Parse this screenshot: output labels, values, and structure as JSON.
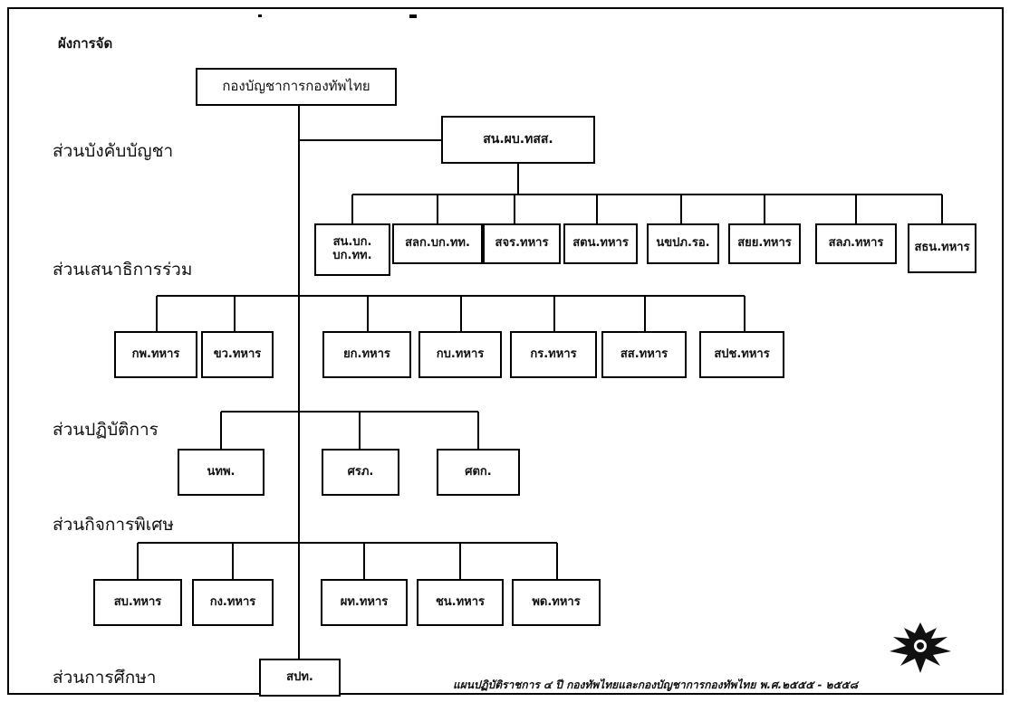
{
  "title": "ผังการจัด",
  "root": "กองบัญชาการกองทัพไทย",
  "sections": {
    "command": "ส่วนบังคับบัญชา",
    "staff": "ส่วนเสนาธิการร่วม",
    "operations": "ส่วนปฏิบัติการ",
    "special": "ส่วนกิจการพิเศษ",
    "education": "ส่วนการศึกษา"
  },
  "hq": "สน.ผบ.ทสส.",
  "command_units": [
    "สน.บก.\nบก.ทท.",
    "สลก.บก.ทท.",
    "สจร.ทหาร",
    "สตน.ทหาร",
    "นขปภ.รอ.",
    "สยย.ทหาร",
    "สลภ.ทหาร",
    "สธน.ทหาร"
  ],
  "staff_units": [
    "กพ.ทหาร",
    "ขว.ทหาร",
    "ยก.ทหาร",
    "กบ.ทหาร",
    "กร.ทหาร",
    "สส.ทหาร",
    "สปช.ทหาร"
  ],
  "operations_units": [
    "นทพ.",
    "ศรภ.",
    "ศตก."
  ],
  "special_units": [
    "สบ.ทหาร",
    "กง.ทหาร",
    "ผท.ทหาร",
    "ชน.ทหาร",
    "พด.ทหาร"
  ],
  "education_units": [
    "สปท."
  ],
  "footer": "แผนปฏิบัติราชการ ๔ ปี กองทัพไทยและกองบัญชาการกองทัพไทย พ.ศ.๒๕๕๕ - ๒๕๕๘",
  "icons": {
    "emblem": "winged-emblem-icon"
  }
}
